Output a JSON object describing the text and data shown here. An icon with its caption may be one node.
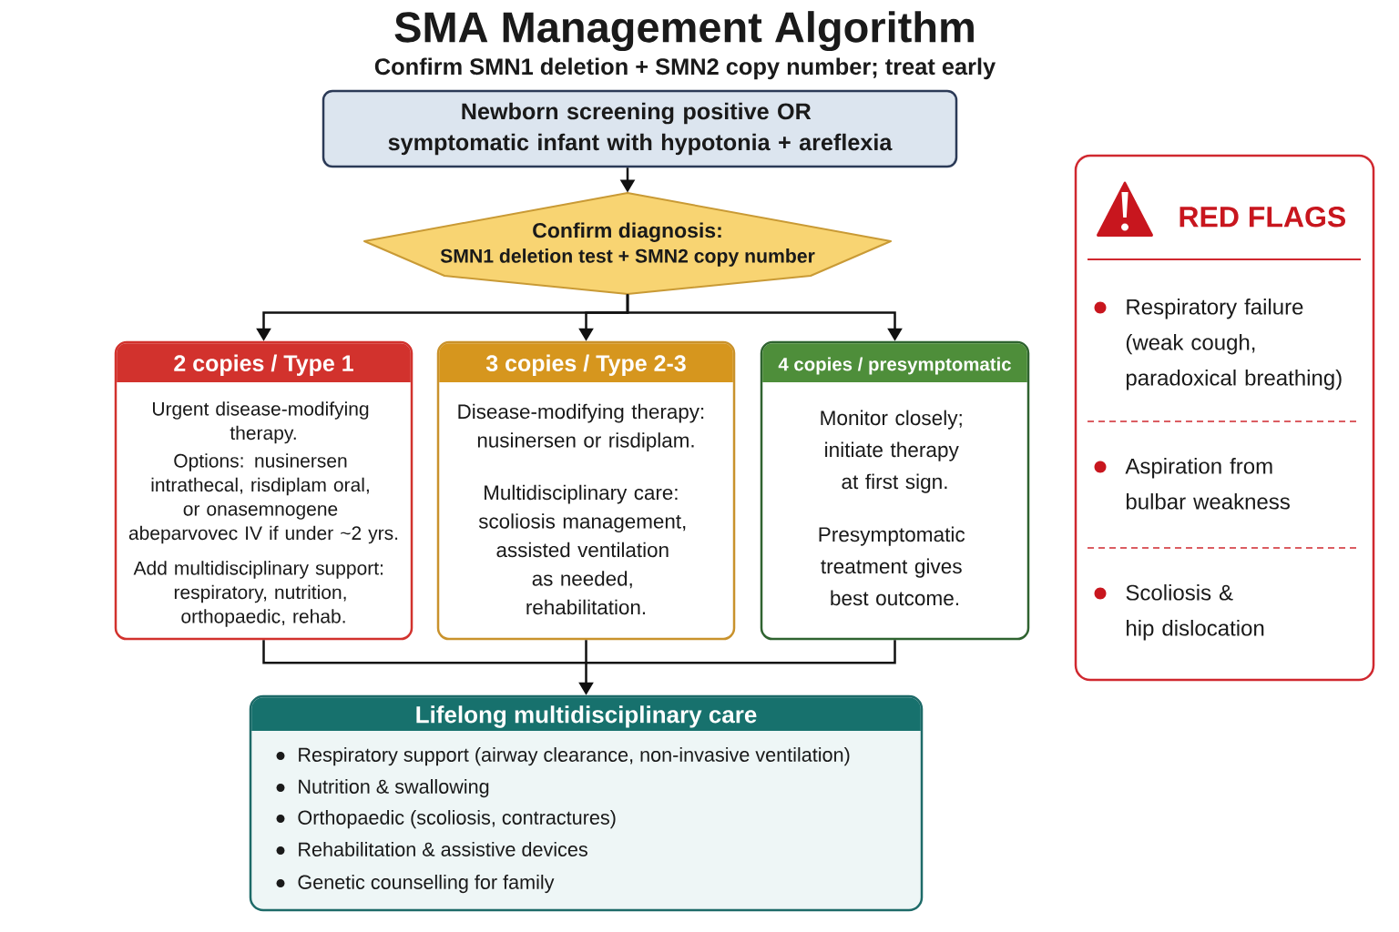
{
  "diagram": {
    "title": "SMA Management Algorithm",
    "nodes": [
      {
        "text": [
          "Newborn screening positive OR symptomatic infant with hypotonia + areflexia"
        ]
      },
      {
        "text": [
          "Confirm diagnosis:",
          "SMN1 deletion test + SMN2 copy number"
        ]
      },
      {
        "text": [
          "2 copies / Type 1",
          "Urgent disease-modifying therapy.",
          "Options: nusinersen intrathecal, risdiplam oral, or onasemnogene abeparvovec IV if under ~2 yrs.",
          "Add multidisciplinary support: respiratory, nutrition, orthopaedic, rehab."
        ]
      },
      {
        "text": [
          "3 copies / Type 2-3",
          "Disease-modifying therapy: nusinersen or risdiplam.",
          "Multidisciplinary care: scoliosis management, assisted ventilation as needed, rehabilitation."
        ]
      },
      {
        "text": [
          "4 copies / presymptomatic",
          "Monitor closely; initiate therapy at first sign.",
          "Presymptomatic treatment gives best outcome."
        ]
      },
      {
        "text": [
          "Lifelong multidisciplinary care",
          "Respiratory support (airway clearance, non-invasive ventilation)",
          "Nutrition & swallowing",
          "Orthopaedic (scoliosis, contractures)",
          "Rehabilitation & assistive devices",
          "Genetic counselling for family"
        ]
      },
      {
        "text": [
          "RED FLAGS",
          "Respiratory failure (weak cough, paradoxical breathing)",
          "Aspiration from bulbar weakness",
          "Scoliosis & hip dislocation"
        ]
      }
    ],
    "edges": [
      {
        "from": 0,
        "to": 1,
        "arrow": "to"
      },
      {
        "from": 1,
        "to": 2,
        "arrow": "to"
      },
      {
        "from": 1,
        "to": 3,
        "arrow": "to"
      },
      {
        "from": 1,
        "to": 4,
        "arrow": "to"
      },
      {
        "from": 2,
        "to": 5,
        "arrow": "to"
      },
      {
        "from": 3,
        "to": 5,
        "arrow": "to"
      },
      {
        "from": 4,
        "to": 5,
        "arrow": "to"
      }
    ],
    "labels": [
      "Confirm SMN1 deletion + SMN2 copy number; treat early"
    ]
  }
}
